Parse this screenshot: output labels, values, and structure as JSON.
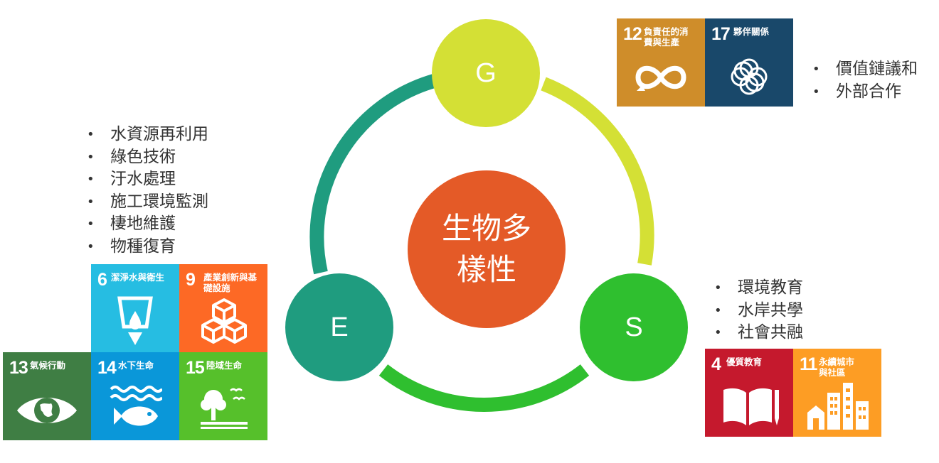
{
  "center": {
    "line1": "生物多",
    "line2": "樣性"
  },
  "nodes": {
    "g": "G",
    "e": "E",
    "s": "S"
  },
  "colors": {
    "g": "#d4e035",
    "e": "#1f9c7f",
    "s": "#2fbf2f",
    "center": "#e45a27",
    "arc_ge": "#1f9c7f",
    "arc_gs": "#d4e035",
    "arc_es": "#2fbf2f"
  },
  "bullets_e": [
    "水資源再利用",
    "綠色技術",
    "汙水處理",
    "施工環境監測",
    "棲地維護",
    "物種復育"
  ],
  "bullets_g": [
    "價值鏈議和",
    "外部合作"
  ],
  "bullets_s": [
    "環境教育",
    "水岸共學",
    "社會共融"
  ],
  "sdgs": [
    {
      "key": "sdg12",
      "num": "12",
      "title": "負責任的消費與生產",
      "color": "#cf8d2a",
      "icon": "infinity-icon"
    },
    {
      "key": "sdg17",
      "num": "17",
      "title": "夥伴關係",
      "color": "#19486a",
      "icon": "flower-rings-icon"
    },
    {
      "key": "sdg6",
      "num": "6",
      "title": "潔淨水與衛生",
      "color": "#26bde2",
      "icon": "water-drop-icon"
    },
    {
      "key": "sdg9",
      "num": "9",
      "title": "產業創新與基礎設施",
      "color": "#fd6925",
      "icon": "cubes-icon"
    },
    {
      "key": "sdg13",
      "num": "13",
      "title": "氣候行動",
      "color": "#3f7e44",
      "icon": "eye-globe-icon"
    },
    {
      "key": "sdg14",
      "num": "14",
      "title": "水下生命",
      "color": "#0a97d9",
      "icon": "fish-waves-icon"
    },
    {
      "key": "sdg15",
      "num": "15",
      "title": "陸域生命",
      "color": "#56c02b",
      "icon": "tree-birds-icon"
    },
    {
      "key": "sdg4",
      "num": "4",
      "title": "優質教育",
      "color": "#c5192d",
      "icon": "book-pencil-icon"
    },
    {
      "key": "sdg11",
      "num": "11",
      "title": "永續城市與社區",
      "color": "#fd9d24",
      "icon": "city-buildings-icon"
    }
  ]
}
